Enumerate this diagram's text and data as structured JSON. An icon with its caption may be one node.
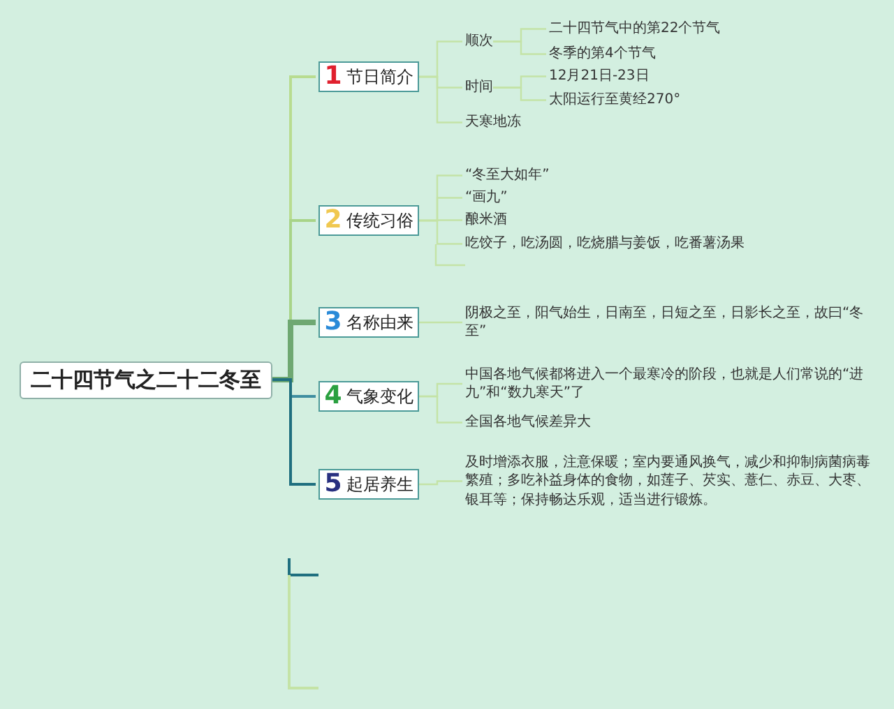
{
  "diagram": {
    "nodes": [
      {
        "text": [
          "二十四节气之二十二冬至"
        ]
      },
      {
        "text": [
          "1",
          "节日简介"
        ]
      },
      {
        "text": [
          "顺次"
        ]
      },
      {
        "text": [
          "二十四节气中的第22个节气"
        ]
      },
      {
        "text": [
          "冬季的第4个节气"
        ]
      },
      {
        "text": [
          "时间"
        ]
      },
      {
        "text": [
          "12月21日-23日"
        ]
      },
      {
        "text": [
          "太阳运行至黄经270°"
        ]
      },
      {
        "text": [
          "天寒地冻"
        ]
      },
      {
        "text": [
          "2",
          "传统习俗"
        ]
      },
      {
        "text": [
          "“冬至大如年”"
        ]
      },
      {
        "text": [
          "“画九”"
        ]
      },
      {
        "text": [
          "酿米酒"
        ]
      },
      {
        "text": [
          "吃饺子，吃汤圆，吃烧腊与姜饭，吃番薯汤果"
        ]
      },
      {
        "text": [
          "3",
          "名称由来"
        ]
      },
      {
        "text": [
          "阴极之至，阳气始生，日南至，日短之至，日影长之至，故曰“冬至”"
        ]
      },
      {
        "text": [
          "4",
          "气象变化"
        ]
      },
      {
        "text": [
          "中国各地气候都将进入一个最寒冷的阶段，也就是人们常说的“进九”和“数九寒天”了"
        ]
      },
      {
        "text": [
          "全国各地气候差异大"
        ]
      },
      {
        "text": [
          "5",
          "起居养生"
        ]
      },
      {
        "text": [
          "及时增添衣服，注意保暖；室内要通风换气，减少和抑制病菌病毒繁殖；多吃补益身体的食物，如莲子、芡实、薏仁、赤豆、大枣、银耳等；保持畅达乐观，适当进行锻炼。"
        ]
      }
    ],
    "edges": [
      {
        "from": 0,
        "to": 1,
        "arrow": "none",
        "color": "#b8dc90"
      },
      {
        "from": 0,
        "to": 9,
        "arrow": "none",
        "color": "#a8d488"
      },
      {
        "from": 0,
        "to": 14,
        "arrow": "none",
        "style": "thick",
        "color": "#6fa872"
      },
      {
        "from": 0,
        "to": 16,
        "arrow": "none",
        "color": "#3f8ea0"
      },
      {
        "from": 0,
        "to": 19,
        "arrow": "none",
        "color": "#1f6f7f"
      },
      {
        "from": 1,
        "to": 2,
        "arrow": "none"
      },
      {
        "from": 1,
        "to": 5,
        "arrow": "none"
      },
      {
        "from": 1,
        "to": 8,
        "arrow": "none"
      },
      {
        "from": 2,
        "to": 3,
        "arrow": "none"
      },
      {
        "from": 2,
        "to": 4,
        "arrow": "none"
      },
      {
        "from": 5,
        "to": 6,
        "arrow": "none"
      },
      {
        "from": 5,
        "to": 7,
        "arrow": "none"
      },
      {
        "from": 9,
        "to": 10,
        "arrow": "none"
      },
      {
        "from": 9,
        "to": 11,
        "arrow": "none"
      },
      {
        "from": 9,
        "to": 12,
        "arrow": "none"
      },
      {
        "from": 9,
        "to": 13,
        "arrow": "none"
      },
      {
        "from": 14,
        "to": 15,
        "arrow": "none"
      },
      {
        "from": 16,
        "to": 17,
        "arrow": "none"
      },
      {
        "from": 16,
        "to": 18,
        "arrow": "none"
      },
      {
        "from": 19,
        "to": 20,
        "arrow": "none"
      }
    ]
  }
}
